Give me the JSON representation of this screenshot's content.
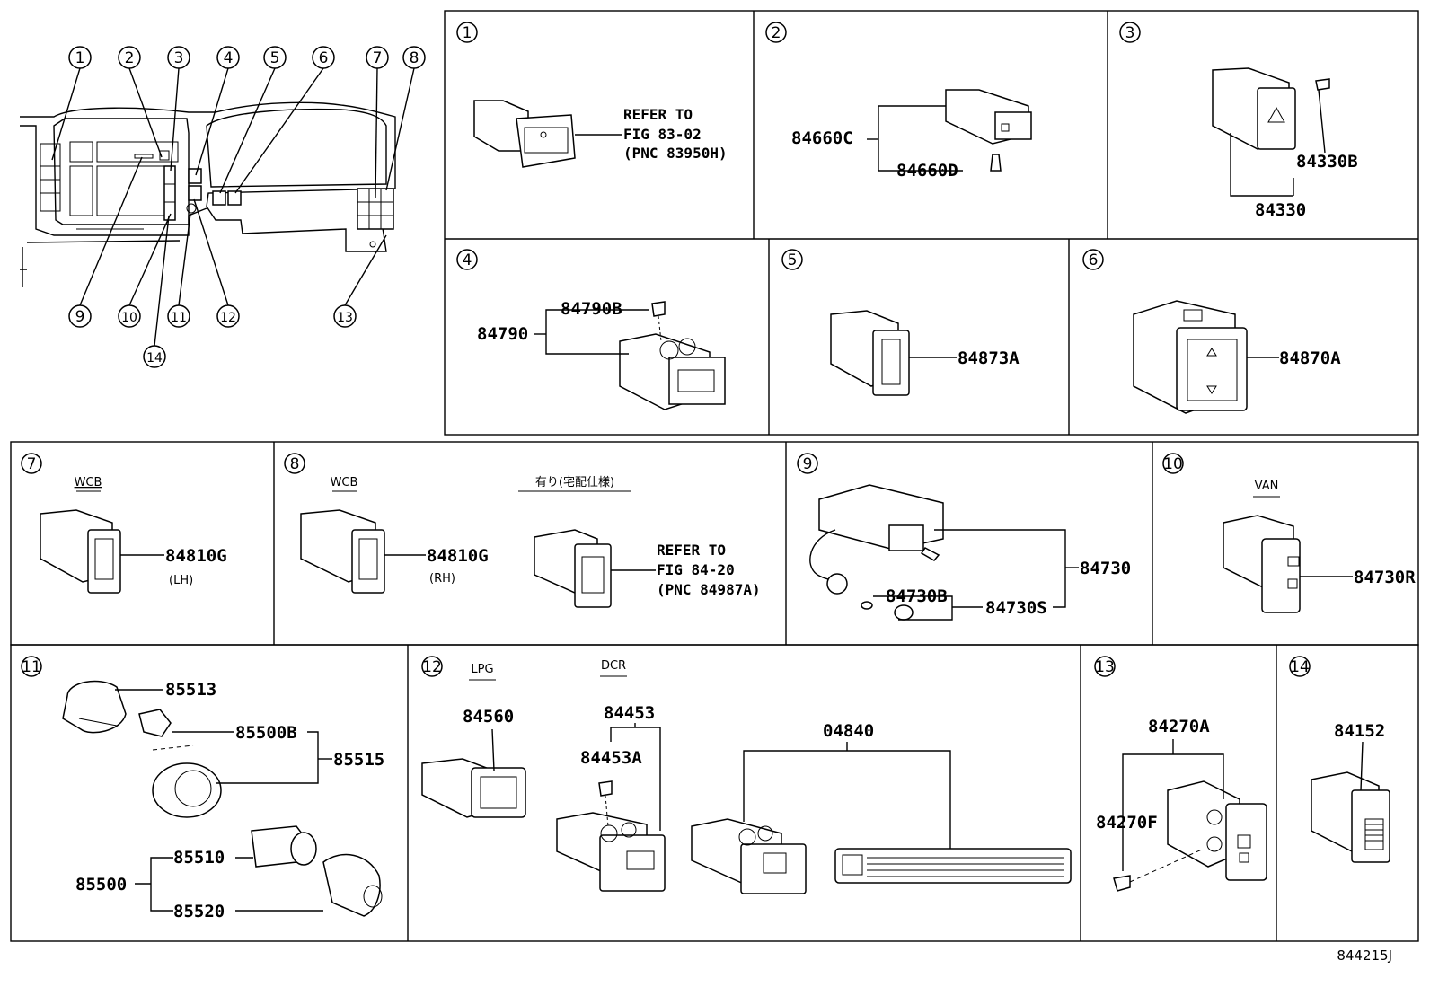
{
  "diagram_id": "844215J",
  "overview": {
    "callouts": [
      "1",
      "2",
      "3",
      "4",
      "5",
      "6",
      "7",
      "8",
      "9",
      "10",
      "11",
      "12",
      "13",
      "14"
    ]
  },
  "panels": [
    {
      "num": "1",
      "labels": [
        "REFER TO",
        "FIG  83-02",
        "(PNC 83950H)"
      ]
    },
    {
      "num": "2",
      "labels": [
        "84660C",
        "84660D"
      ]
    },
    {
      "num": "3",
      "labels": [
        "84330B",
        "84330"
      ]
    },
    {
      "num": "4",
      "labels": [
        "84790B",
        "84790"
      ]
    },
    {
      "num": "5",
      "labels": [
        "84873A"
      ]
    },
    {
      "num": "6",
      "labels": [
        "84870A"
      ]
    },
    {
      "num": "7",
      "tag": "WCB",
      "labels": [
        "84810G",
        "(LH)"
      ]
    },
    {
      "num": "8",
      "tag": "WCB",
      "tag2": "有り(宅配仕様)",
      "labels": [
        "84810G",
        "(RH)",
        "REFER TO",
        "FIG  84-20",
        "(PNC 84987A)"
      ]
    },
    {
      "num": "9",
      "labels": [
        "84730",
        "84730B",
        "84730S"
      ]
    },
    {
      "num": "10",
      "tag": "VAN",
      "labels": [
        "84730R"
      ]
    },
    {
      "num": "11",
      "labels": [
        "85513",
        "85500B",
        "85515",
        "85510",
        "85500",
        "85520"
      ]
    },
    {
      "num": "12",
      "tag": "LPG",
      "tag2": "DCR",
      "labels": [
        "84560",
        "84453",
        "84453A",
        "04840"
      ]
    },
    {
      "num": "13",
      "labels": [
        "84270A",
        "84270F"
      ]
    },
    {
      "num": "14",
      "labels": [
        "84152"
      ]
    }
  ]
}
